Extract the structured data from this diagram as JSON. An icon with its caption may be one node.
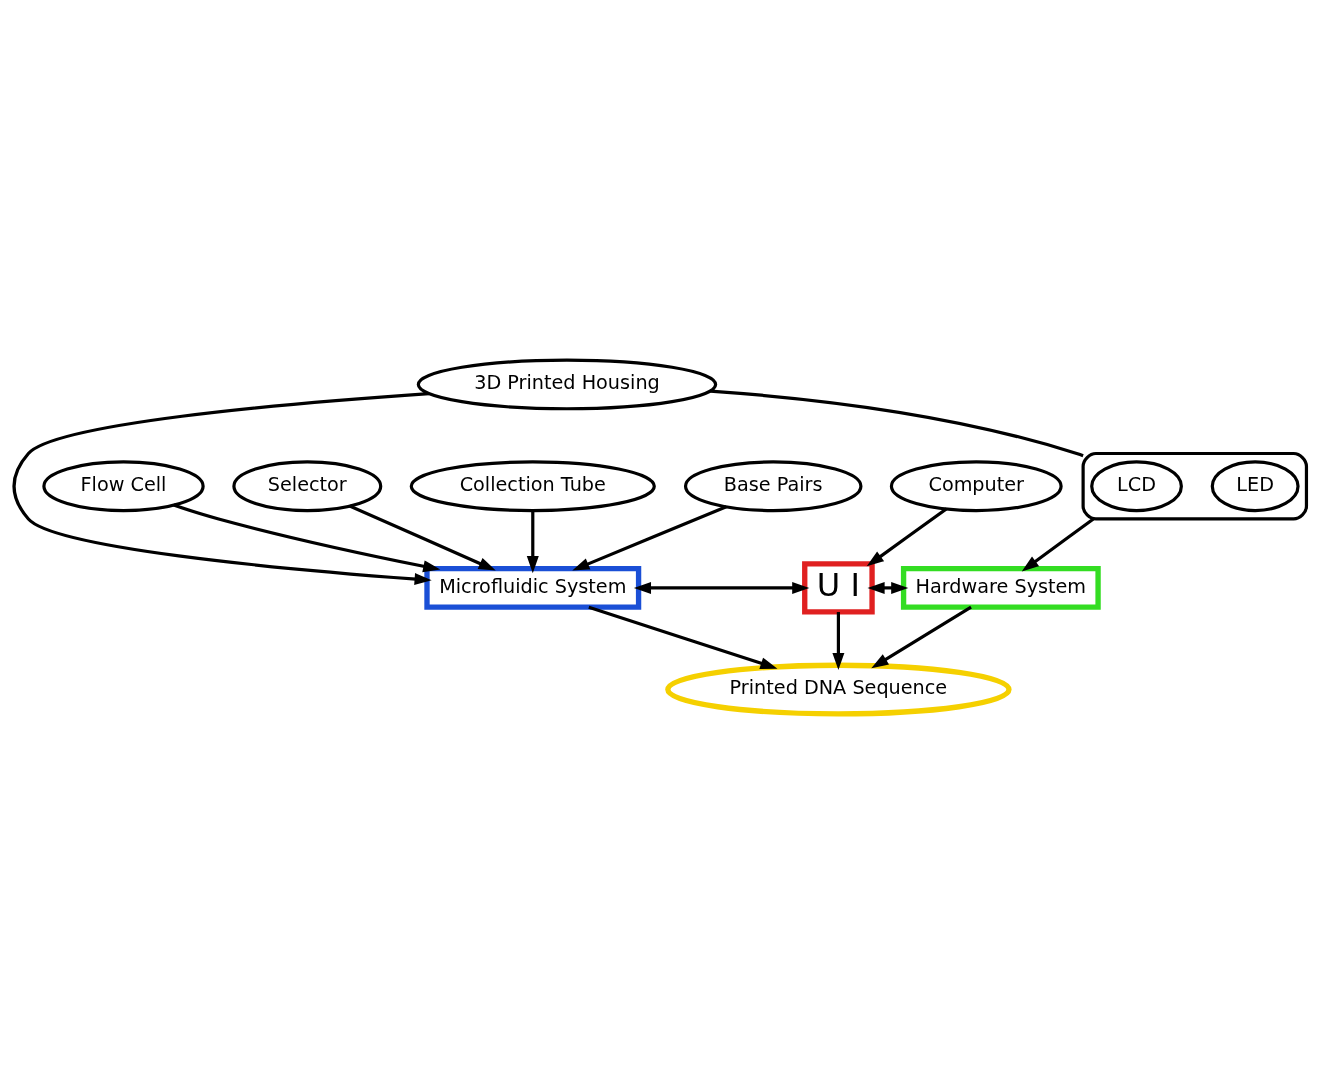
{
  "diagram": {
    "nodes": [
      {
        "text": [
          "3D Printed Housing"
        ]
      },
      {
        "text": [
          "Flow Cell"
        ]
      },
      {
        "text": [
          "Selector"
        ]
      },
      {
        "text": [
          "Collection Tube"
        ]
      },
      {
        "text": [
          "Base Pairs"
        ]
      },
      {
        "text": [],
        "shape": "box"
      },
      {
        "text": [
          "LCD"
        ],
        "in": 5
      },
      {
        "text": [
          "LED"
        ],
        "in": 5
      },
      {
        "text": [
          "Computer"
        ]
      },
      {
        "text": [
          "Microfluidic System"
        ]
      },
      {
        "text": [
          "U I"
        ]
      },
      {
        "text": [
          "Hardware System"
        ]
      },
      {
        "text": [
          "Printed DNA Sequence"
        ]
      }
    ],
    "edges": [
      {
        "from": 0,
        "to": 9,
        "arrow": "to"
      },
      {
        "from": 0,
        "to": 5,
        "arrow": "none"
      },
      {
        "from": 1,
        "to": 9,
        "arrow": "to"
      },
      {
        "from": 2,
        "to": 9,
        "arrow": "to"
      },
      {
        "from": 3,
        "to": 9,
        "arrow": "to"
      },
      {
        "from": 4,
        "to": 9,
        "arrow": "to"
      },
      {
        "from": 5,
        "to": 11,
        "arrow": "to"
      },
      {
        "from": 8,
        "to": 10,
        "arrow": "to"
      },
      {
        "from": 9,
        "to": 10,
        "arrow": "both"
      },
      {
        "from": 10,
        "to": 11,
        "arrow": "both"
      },
      {
        "from": 9,
        "to": 12,
        "arrow": "to"
      },
      {
        "from": 10,
        "to": 12,
        "arrow": "to"
      },
      {
        "from": 11,
        "to": 12,
        "arrow": "to"
      }
    ]
  }
}
